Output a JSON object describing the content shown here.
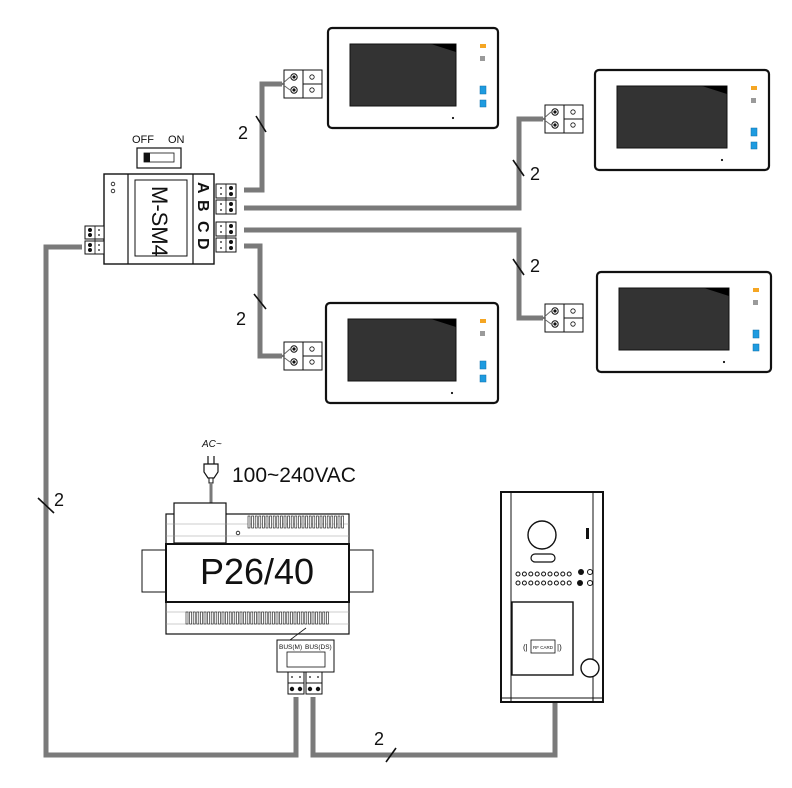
{
  "diagram": {
    "title": "",
    "distributor": {
      "model": "M-SM4",
      "switch_labels": {
        "off": "OFF",
        "on": "ON"
      },
      "switch_state": "OFF",
      "ports": [
        "A",
        "B",
        "C",
        "D"
      ]
    },
    "power_supply": {
      "model": "P26/40",
      "ac_label": "AC~",
      "voltage": "100~240VAC",
      "terminal_labels": [
        "BUS(M)",
        "BUS(DS)"
      ]
    },
    "door_station": {
      "card_label": "RF CARD"
    },
    "wire_count_label": "2",
    "monitors": [
      {
        "id": "monitor-a",
        "port": "A"
      },
      {
        "id": "monitor-b",
        "port": "B"
      },
      {
        "id": "monitor-c",
        "port": "C"
      },
      {
        "id": "monitor-d",
        "port": "D"
      }
    ],
    "colors": {
      "wire": "#7a7a7a",
      "screen": "#333333",
      "led_orange": "#f5a623",
      "led_gray": "#9a9a9a",
      "button_blue": "#1e9be0"
    }
  }
}
